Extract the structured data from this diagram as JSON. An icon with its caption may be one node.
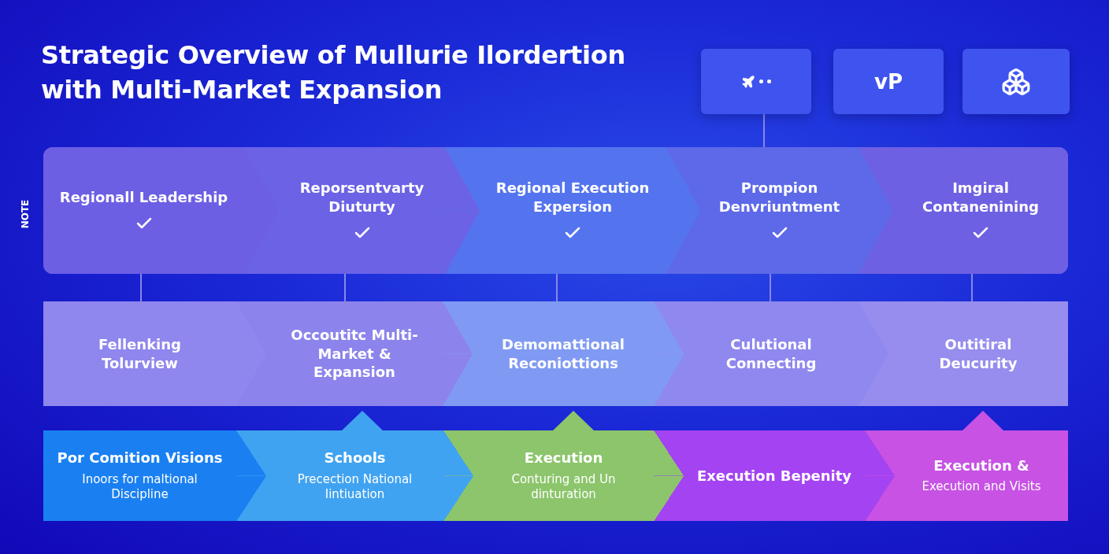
{
  "diagram": {
    "title": "Strategic Overview of Mullurie Ilordertion with Multi-Market Expansion",
    "nodes": [
      {
        "text": [],
        "shape": "box"
      },
      {
        "text": [
          "vP"
        ]
      },
      {
        "text": [],
        "shape": "box"
      },
      {
        "text": [],
        "shape": "box"
      },
      {
        "text": [
          "Regionall Leadership"
        ],
        "in": 3
      },
      {
        "text": [
          "Reporsentvarty Diuturty"
        ],
        "in": 3
      },
      {
        "text": [
          "Regional Execution Expersion"
        ],
        "in": 3
      },
      {
        "text": [
          "Prompion Denvriuntment"
        ],
        "in": 3
      },
      {
        "text": [
          "Imgiral Contanenining"
        ],
        "in": 3
      },
      {
        "text": [
          "Fellenking Tolurview"
        ]
      },
      {
        "text": [
          "Occoutitc Multi-Market & Expansion"
        ]
      },
      {
        "text": [
          "Demomattional Reconiottions"
        ]
      },
      {
        "text": [
          "Culutional Connecting"
        ]
      },
      {
        "text": [
          "Outitiral Deucurity"
        ]
      },
      {
        "text": [
          "Por Comition Visions",
          "Inoors for maltional Discipline"
        ]
      },
      {
        "text": [
          "Schools",
          "Precection National Iintiuation"
        ]
      },
      {
        "text": [
          "Execution",
          "Conturing and Un dinturation"
        ]
      },
      {
        "text": [
          "Execution Bepenity"
        ]
      },
      {
        "text": [
          "Execution &",
          "Execution and Visits"
        ]
      }
    ],
    "edges": [
      {
        "from": 0,
        "to": 3,
        "arrow": "none"
      },
      {
        "from": 4,
        "to": 9,
        "arrow": "none"
      },
      {
        "from": 5,
        "to": 10,
        "arrow": "none"
      },
      {
        "from": 6,
        "to": 11,
        "arrow": "none"
      },
      {
        "from": 7,
        "to": 12,
        "arrow": "none"
      },
      {
        "from": 8,
        "to": 13,
        "arrow": "none"
      }
    ],
    "labels": [
      "NOTE"
    ]
  }
}
